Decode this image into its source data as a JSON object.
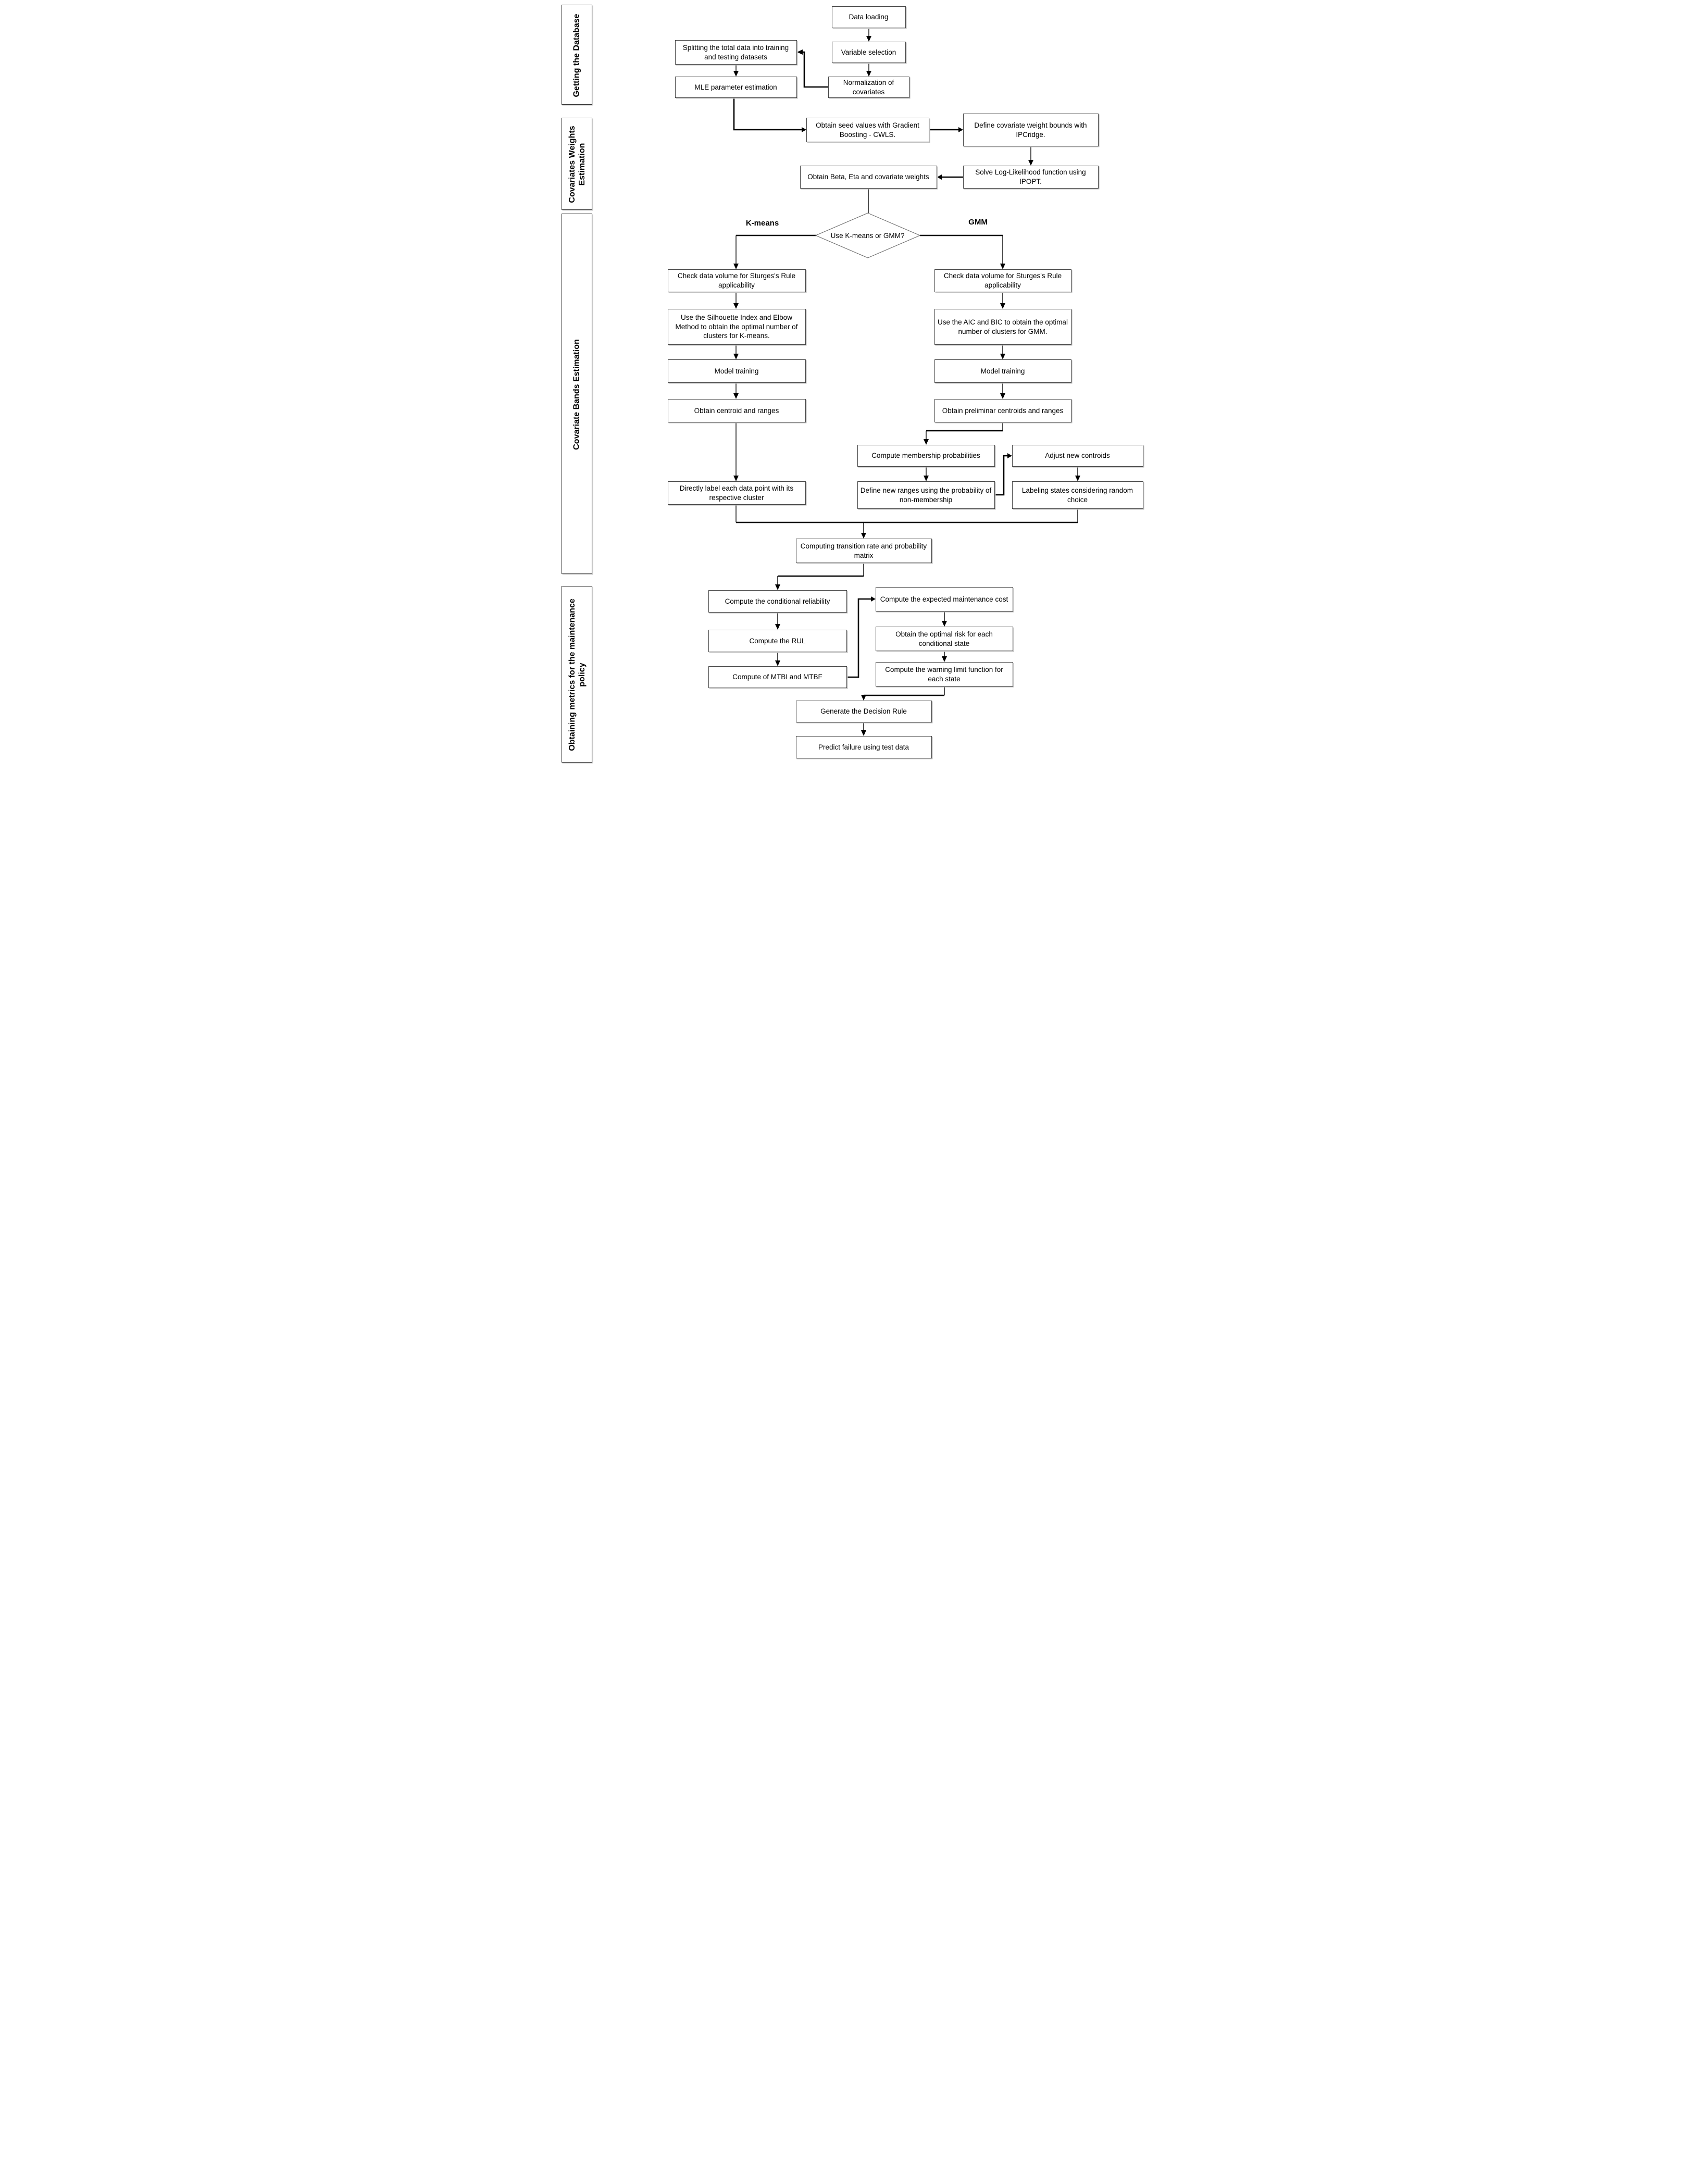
{
  "sidebar": {
    "sections": [
      {
        "label": "Getting the Database"
      },
      {
        "label": "Covariates Weights Estimation"
      },
      {
        "label": "Covariate Bands Estimation"
      },
      {
        "label": "Obtaining metrics for the maintenance policy"
      }
    ]
  },
  "nodes": {
    "data_loading": "Data loading",
    "variable_selection": "Variable selection",
    "normalization": "Normalization of covariates",
    "splitting": "Splitting the total data into training and testing datasets",
    "mle": "MLE parameter estimation",
    "seed": "Obtain seed values with Gradient Boosting - CWLS.",
    "bounds": "Define covariate weight bounds with IPCridge.",
    "solve": "Solve Log-Likelihood function using IPOPT.",
    "beta": "Obtain Beta, Eta and covariate weights",
    "k_check": "Check data volume for Sturges's Rule applicability",
    "k_silhouette": "Use the Silhouette Index and Elbow Method to obtain the optimal number of clusters for K-means.",
    "k_model": "Model training",
    "k_centroid": "Obtain centroid and ranges",
    "k_direct": "Directly label each data point with its respective cluster",
    "g_check": "Check data volume for Sturges's Rule applicability",
    "g_aic": "Use the AIC and BIC to obtain the optimal number of clusters for GMM.",
    "g_model": "Model training",
    "g_prelim": "Obtain preliminar centroids and ranges",
    "membership": "Compute membership probabilities",
    "adjust": "Adjust new controids",
    "new_ranges": "Define new ranges using the probability of non-membership",
    "labeling": "Labeling states considering random choice",
    "transition": "Computing transition rate and probability matrix",
    "cond_rel": "Compute the conditional reliability",
    "rul": "Compute the RUL",
    "mtbi": "Compute of MTBI and MTBF",
    "expected_cost": "Compute the expected maintenance cost",
    "optimal_risk": "Obtain the optimal risk for each conditional state",
    "warning_limit": "Compute the warning limit function for each state",
    "decision_rule": "Generate the Decision Rule",
    "predict": "Predict failure using test data"
  },
  "decision": {
    "question": "Use K-means or GMM?",
    "left_branch": "K-means",
    "right_branch": "GMM"
  }
}
